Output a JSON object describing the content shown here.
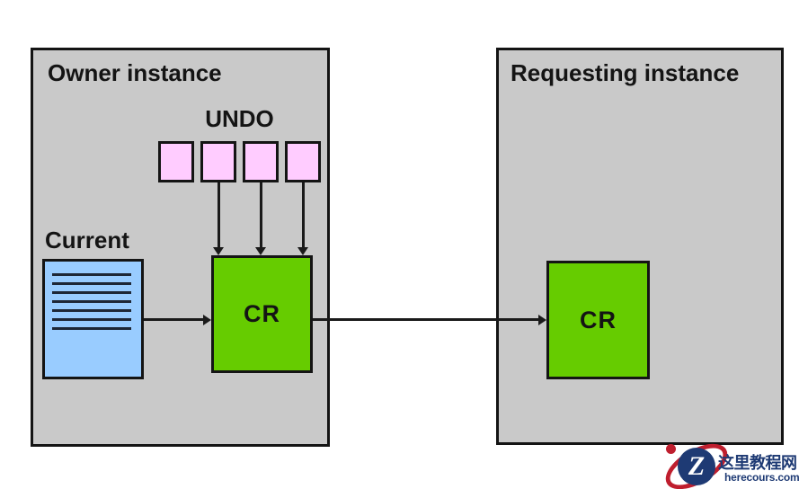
{
  "diagram": {
    "owner_box": {
      "title": "Owner instance"
    },
    "requesting_box": {
      "title": "Requesting instance"
    },
    "undo": {
      "label": "UNDO",
      "block_count": 4,
      "arrow_count": 3
    },
    "current": {
      "label": "Current",
      "content_line_count": 7
    },
    "cr_owner": {
      "label": "CR"
    },
    "cr_requesting": {
      "label": "CR"
    },
    "colors": {
      "instance_fill": "#c9c9c9",
      "outline": "#141414",
      "undo_block_fill": "#ffccff",
      "current_block_fill": "#99ccff",
      "cr_block_fill": "#66cc00"
    }
  },
  "watermark": {
    "logo_letter": "Z",
    "site_name": "这里教程网",
    "site_domain": "herecours.com",
    "colors": {
      "navy": "#1e3a74",
      "red": "#bf1e2e"
    }
  }
}
